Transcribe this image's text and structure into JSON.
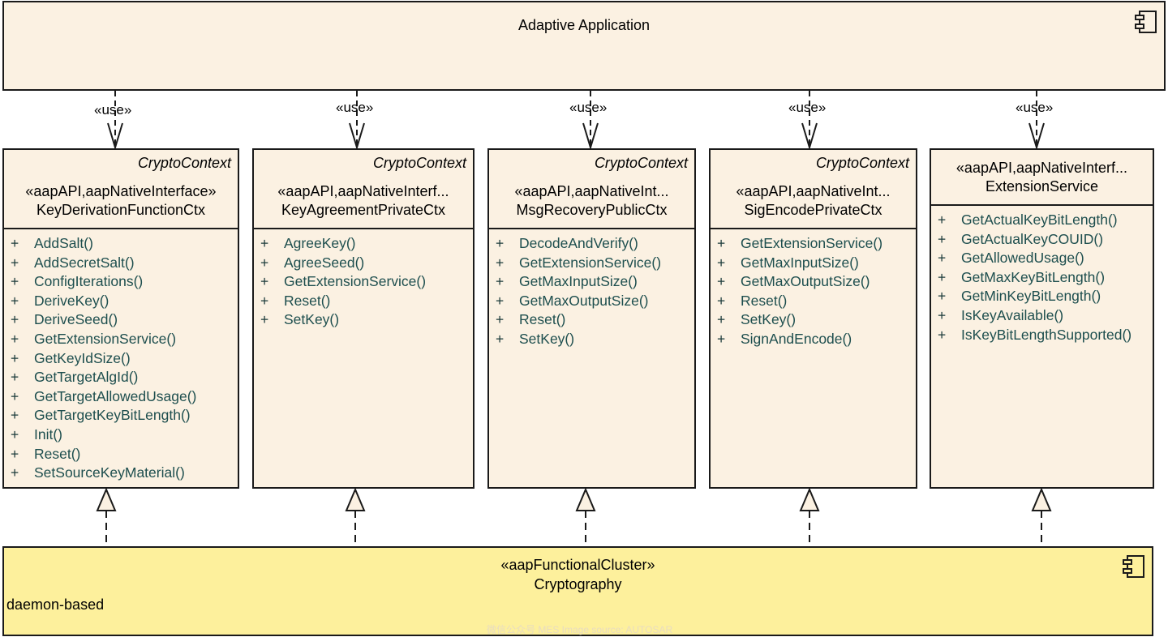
{
  "top_component": {
    "title": "Adaptive Application",
    "icon": "component-icon"
  },
  "bottom_component": {
    "stereotype": "«aapFunctionalCluster»",
    "title": "Cryptography",
    "note": "daemon-based",
    "icon": "component-icon"
  },
  "use_label": "«use»",
  "interfaces": [
    {
      "category": "CryptoContext",
      "stereotype": "«aapAPI,aapNativeInterface»",
      "name": "KeyDerivationFunctionCtx",
      "operations": [
        {
          "vis": "+",
          "name": "AddSalt()"
        },
        {
          "vis": "+",
          "name": "AddSecretSalt()"
        },
        {
          "vis": "+",
          "name": "ConfigIterations()"
        },
        {
          "vis": "+",
          "name": "DeriveKey()"
        },
        {
          "vis": "+",
          "name": "DeriveSeed()"
        },
        {
          "vis": "+",
          "name": "GetExtensionService()"
        },
        {
          "vis": "+",
          "name": "GetKeyIdSize()"
        },
        {
          "vis": "+",
          "name": "GetTargetAlgId()"
        },
        {
          "vis": "+",
          "name": "GetTargetAllowedUsage()"
        },
        {
          "vis": "+",
          "name": "GetTargetKeyBitLength()"
        },
        {
          "vis": "+",
          "name": "Init()"
        },
        {
          "vis": "+",
          "name": "Reset()"
        },
        {
          "vis": "+",
          "name": "SetSourceKeyMaterial()"
        }
      ]
    },
    {
      "category": "CryptoContext",
      "stereotype": "«aapAPI,aapNativeInterf...",
      "name": "KeyAgreementPrivateCtx",
      "operations": [
        {
          "vis": "+",
          "name": "AgreeKey()"
        },
        {
          "vis": "+",
          "name": "AgreeSeed()"
        },
        {
          "vis": "+",
          "name": "GetExtensionService()"
        },
        {
          "vis": "+",
          "name": "Reset()"
        },
        {
          "vis": "+",
          "name": "SetKey()"
        }
      ]
    },
    {
      "category": "CryptoContext",
      "stereotype": "«aapAPI,aapNativeInt...",
      "name": "MsgRecoveryPublicCtx",
      "operations": [
        {
          "vis": "+",
          "name": "DecodeAndVerify()"
        },
        {
          "vis": "+",
          "name": "GetExtensionService()"
        },
        {
          "vis": "+",
          "name": "GetMaxInputSize()"
        },
        {
          "vis": "+",
          "name": "GetMaxOutputSize()"
        },
        {
          "vis": "+",
          "name": "Reset()"
        },
        {
          "vis": "+",
          "name": "SetKey()"
        }
      ]
    },
    {
      "category": "CryptoContext",
      "stereotype": "«aapAPI,aapNativeInt...",
      "name": "SigEncodePrivateCtx",
      "operations": [
        {
          "vis": "+",
          "name": "GetExtensionService()"
        },
        {
          "vis": "+",
          "name": "GetMaxInputSize()"
        },
        {
          "vis": "+",
          "name": "GetMaxOutputSize()"
        },
        {
          "vis": "+",
          "name": "Reset()"
        },
        {
          "vis": "+",
          "name": "SetKey()"
        },
        {
          "vis": "+",
          "name": "SignAndEncode()"
        }
      ]
    },
    {
      "category": "",
      "stereotype": "«aapAPI,aapNativeInterf...",
      "name": "ExtensionService",
      "operations": [
        {
          "vis": "+",
          "name": "GetActualKeyBitLength()"
        },
        {
          "vis": "+",
          "name": "GetActualKeyCOUID()"
        },
        {
          "vis": "+",
          "name": "GetAllowedUsage()"
        },
        {
          "vis": "+",
          "name": "GetMaxKeyBitLength()"
        },
        {
          "vis": "+",
          "name": "GetMinKeyBitLength()"
        },
        {
          "vis": "+",
          "name": "IsKeyAvailable()"
        },
        {
          "vis": "+",
          "name": "IsKeyBitLengthSupported()"
        }
      ]
    }
  ],
  "watermark": "微信公众号 MES Image source: AUTOSAR",
  "colors": {
    "top_component_fill": "#fbf1e2",
    "interface_fill": "#fbf1e2",
    "bottom_component_fill": "#fdf09c",
    "operation_text": "#1d4e4e",
    "border": "#1a1a1a"
  }
}
